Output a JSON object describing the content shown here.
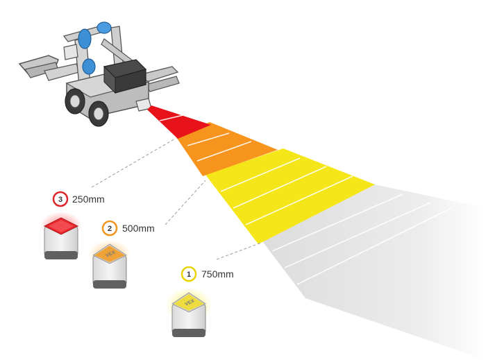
{
  "markers": [
    {
      "number": "1",
      "label": "750mm",
      "ring_color": "#e8d400",
      "light_color": "#f2df1c"
    },
    {
      "number": "2",
      "label": "500mm",
      "ring_color": "#f0961e",
      "light_color": "#f39a1c"
    },
    {
      "number": "3",
      "label": "250mm",
      "ring_color": "#e0242b",
      "light_color": "#e8262d"
    }
  ],
  "beam_zones": [
    {
      "zone": "near",
      "color": "#e8121b"
    },
    {
      "zone": "middle",
      "color": "#f7941d"
    },
    {
      "zone": "far",
      "color": "#f7e81d"
    },
    {
      "zone": "out-of-range",
      "color": "#e3e3e3"
    }
  ],
  "sensor_logo": "VEX"
}
